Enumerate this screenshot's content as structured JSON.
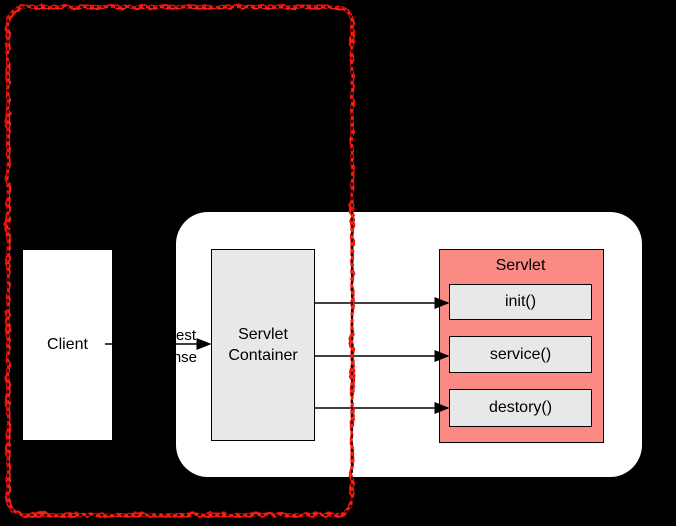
{
  "diagram": {
    "title_hint": "servlet lifecycle diagram",
    "background_color": "#000000",
    "colors": {
      "annotation_red": "#E9100A",
      "panel_white": "#FFFFFF",
      "servlet_fill": "#FA8A84",
      "method_fill": "#E8E8E8",
      "line_black": "#000000"
    },
    "nodes": {
      "client": {
        "label": "Client"
      },
      "servlet_container": {
        "label": "Servlet Container"
      },
      "servlet": {
        "title": "Servlet",
        "methods": [
          "init()",
          "service()",
          "destory()"
        ]
      }
    },
    "edges": {
      "request_label": "Request",
      "response_label": "Response"
    }
  }
}
